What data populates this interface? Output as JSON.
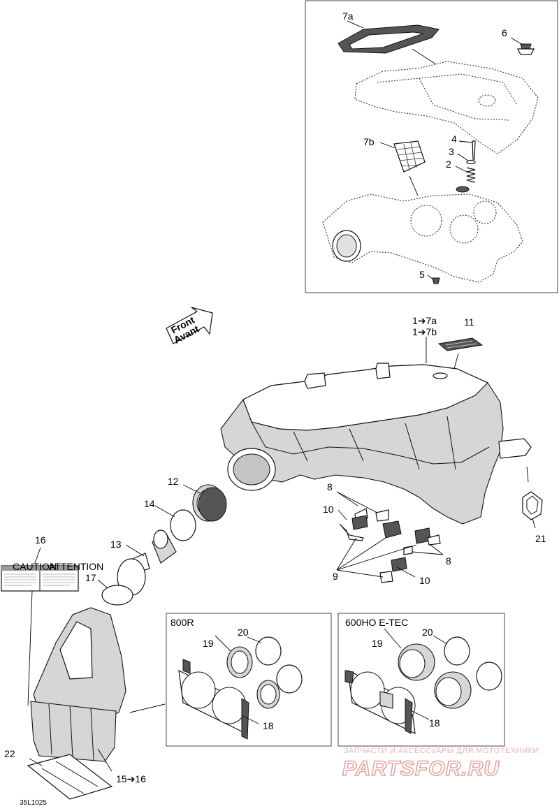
{
  "callouts": {
    "c7a": "7a",
    "c6": "6",
    "c7b": "7b",
    "c4": "4",
    "c3": "3",
    "c2": "2",
    "c5": "5",
    "ref_7a": "1➔7a",
    "ref_7b": "1➔7b",
    "c11": "11",
    "c12": "12",
    "c14": "14",
    "c13": "13",
    "c16": "16",
    "c17": "17",
    "c8_top": "8",
    "c10_top": "10",
    "c9": "9",
    "c8_bottom": "8",
    "c10_bottom": "10",
    "c21": "21",
    "c22": "22",
    "ref_15_16": "15➔16",
    "box1_c19": "19",
    "box1_c20": "20",
    "box1_c18": "18",
    "box2_c19": "19",
    "box2_c20": "20",
    "box2_c18": "18"
  },
  "front_arrow": {
    "line1": "Front",
    "line2": "Avant"
  },
  "variants": {
    "left_title": "800R",
    "right_title": "600HO E-TEC"
  },
  "decal": {
    "left_title": "CAUTION",
    "right_title": "ATTENTION"
  },
  "figure_code": "35L1025",
  "watermark": {
    "top": "ЗАПЧАСТИ И АКСЕССУАРЫ ДЛЯ МОТОТЕХНИКИ",
    "main": "PARTSFOR.RU"
  }
}
